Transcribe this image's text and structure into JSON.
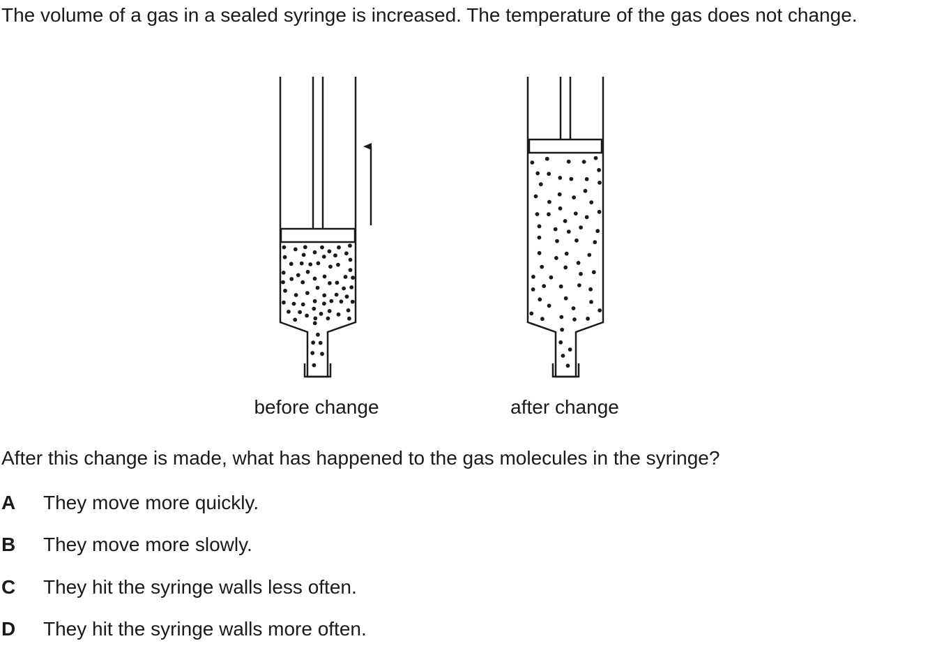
{
  "question": {
    "intro": "The volume of a gas in a sealed syringe is increased. The temperature of the gas does not change.",
    "prompt": "After this change is made, what has happened to the gas molecules in the syringe?"
  },
  "diagram": {
    "before_label": "before change",
    "after_label": "after change",
    "stroke_color": "#1a1a1a",
    "molecule_color": "#1a1a1a"
  },
  "options": [
    {
      "letter": "A",
      "text": "They move more quickly."
    },
    {
      "letter": "B",
      "text": "They move more slowly."
    },
    {
      "letter": "C",
      "text": "They hit the syringe walls less often."
    },
    {
      "letter": "D",
      "text": "They hit the syringe walls more often."
    }
  ]
}
